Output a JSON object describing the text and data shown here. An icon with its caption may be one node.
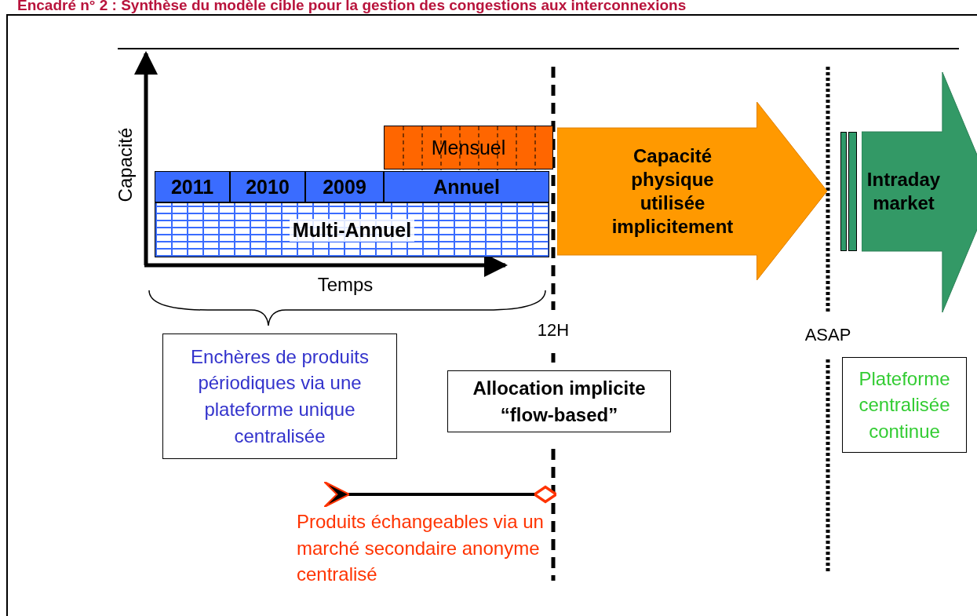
{
  "diagram": {
    "title": "Encadré n° 2 : Synthèse du modèle cible pour la gestion des congestions aux interconnexions",
    "nodes": [
      {
        "text": [
          "Mensuel"
        ]
      },
      {
        "text": [
          "2011"
        ]
      },
      {
        "text": [
          "2010"
        ]
      },
      {
        "text": [
          "2009"
        ]
      },
      {
        "text": [
          "Annuel"
        ]
      },
      {
        "text": [
          "Multi-Annuel"
        ]
      },
      {
        "text": [
          "Capacité physique utilisée implicitement"
        ]
      },
      {
        "text": [],
        "shape": "bar"
      },
      {
        "text": [],
        "shape": "bar"
      },
      {
        "text": [
          "Intraday market"
        ]
      },
      {
        "text": [
          "Enchères de produits périodiques via une plateforme unique centralisée"
        ]
      },
      {
        "text": [
          "Allocation implicite “flow-based”"
        ]
      },
      {
        "text": [
          "Plateforme centralisée continue"
        ]
      }
    ],
    "labels": [
      "Capacité",
      "Temps",
      "12H",
      "ASAP",
      "Produits échangeables via un marché secondaire anonyme centralisé"
    ]
  }
}
